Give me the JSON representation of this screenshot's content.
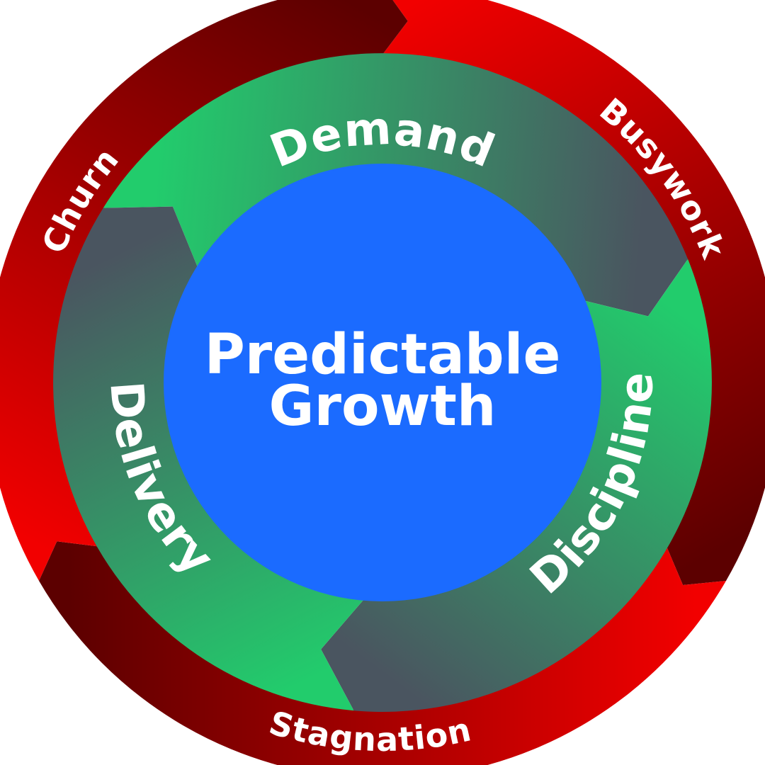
{
  "center": {
    "line1": "Predictable",
    "line2": "Growth"
  },
  "ring_labels": {
    "top": "Demand",
    "right": "Discipline",
    "left": "Delivery"
  },
  "outer_labels": {
    "upper_left": "Churn",
    "upper_right": "Busywork",
    "bottom": "Stagnation"
  },
  "colors": {
    "center_blue": "#1b6bff",
    "red_bright": "#f20000",
    "red_dark": "#5c0000",
    "green": "#22cc6c",
    "slate": "#4a5560",
    "text": "#ffffff"
  }
}
